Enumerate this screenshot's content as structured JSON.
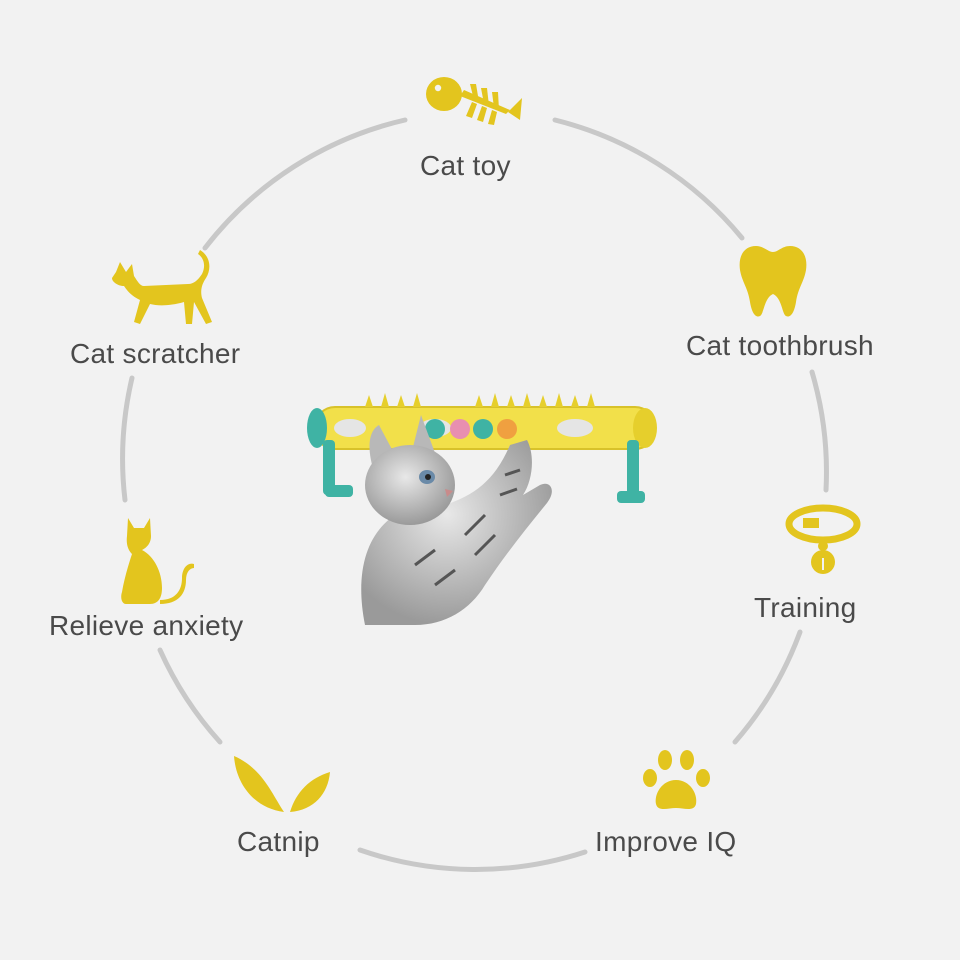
{
  "features": [
    {
      "label": "Cat toy",
      "icon": "fishbone-icon"
    },
    {
      "label": "Cat toothbrush",
      "icon": "tooth-icon"
    },
    {
      "label": "Training",
      "icon": "collar-icon"
    },
    {
      "label": "Improve IQ",
      "icon": "paw-icon"
    },
    {
      "label": "Catnip",
      "icon": "leaf-icon"
    },
    {
      "label": "Relieve anxiety",
      "icon": "sitting-cat-icon"
    },
    {
      "label": "Cat scratcher",
      "icon": "walking-cat-icon"
    }
  ],
  "colors": {
    "background": "#f2f2f2",
    "ring": "#c8c8c8",
    "icon": "#e3c51e",
    "text": "#4a4a4a",
    "toy_body": "#f2e04a",
    "toy_accent": "#3fb3a4"
  }
}
